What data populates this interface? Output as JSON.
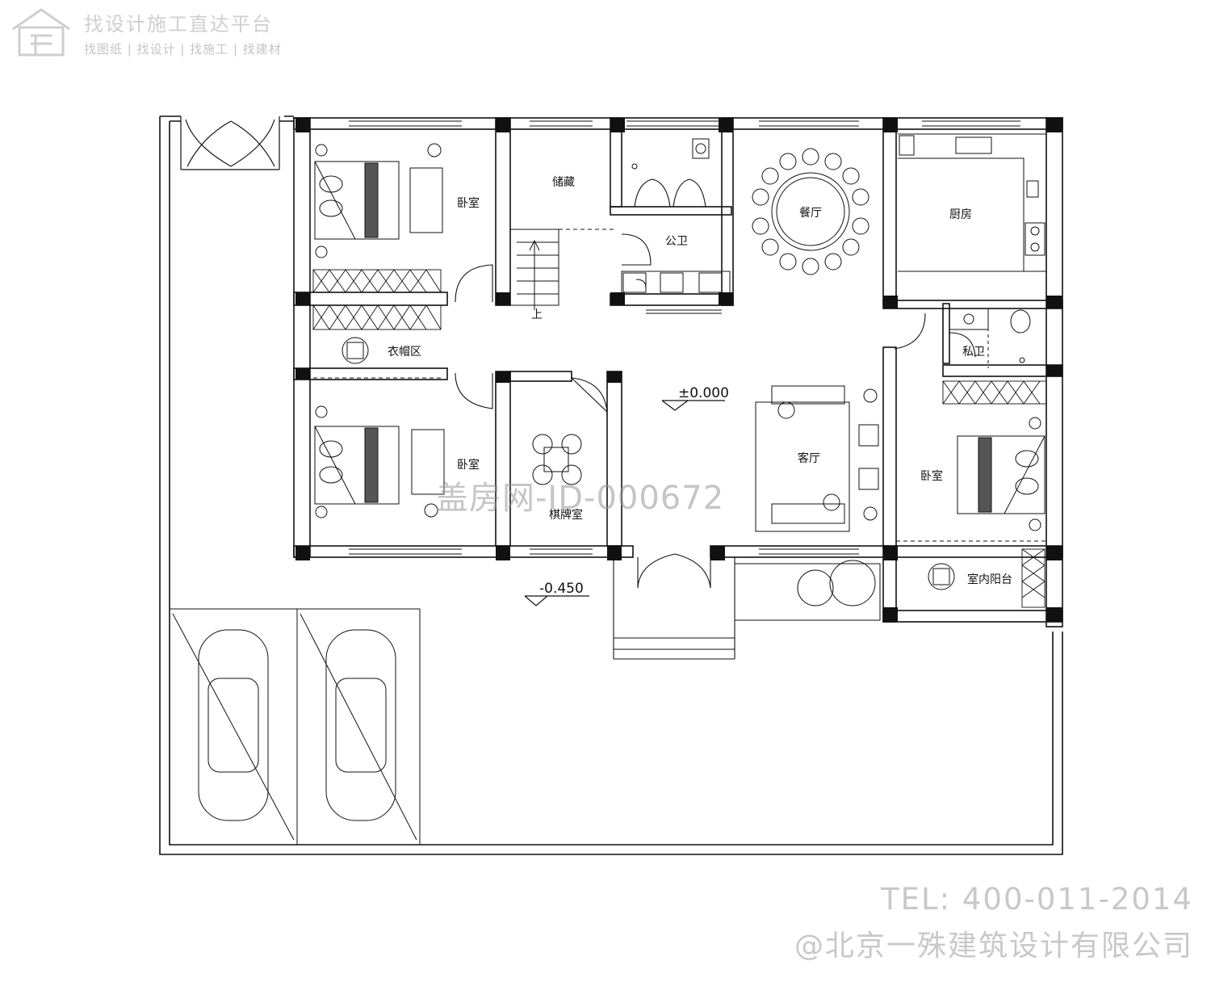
{
  "brand": {
    "title": "找设计施工直达平台",
    "subtitle": "找图纸 | 找设计 | 找施工 | 找建材",
    "logo_icon": "house-logo-icon"
  },
  "rooms": {
    "bedroom_nw": "卧室",
    "storage": "储藏",
    "public_wc": "公卫",
    "dining": "餐厅",
    "kitchen": "厨房",
    "cloakroom": "衣帽区",
    "private_wc": "私卫",
    "bedroom_w": "卧室",
    "chess_room": "棋牌室",
    "living": "客厅",
    "bedroom_e": "卧室",
    "indoor_balcony": "室内阳台",
    "stair_up": "上"
  },
  "levels": {
    "ground": "±0.000",
    "yard": "-0.450"
  },
  "watermark": "盖房网-ID-000672",
  "contact": {
    "tel": "TEL: 400-011-2014",
    "copyright": "@北京一殊建筑设计有限公司"
  },
  "colors": {
    "line": "#111111",
    "column": "#111111",
    "watermark": "#c8c8c8"
  }
}
